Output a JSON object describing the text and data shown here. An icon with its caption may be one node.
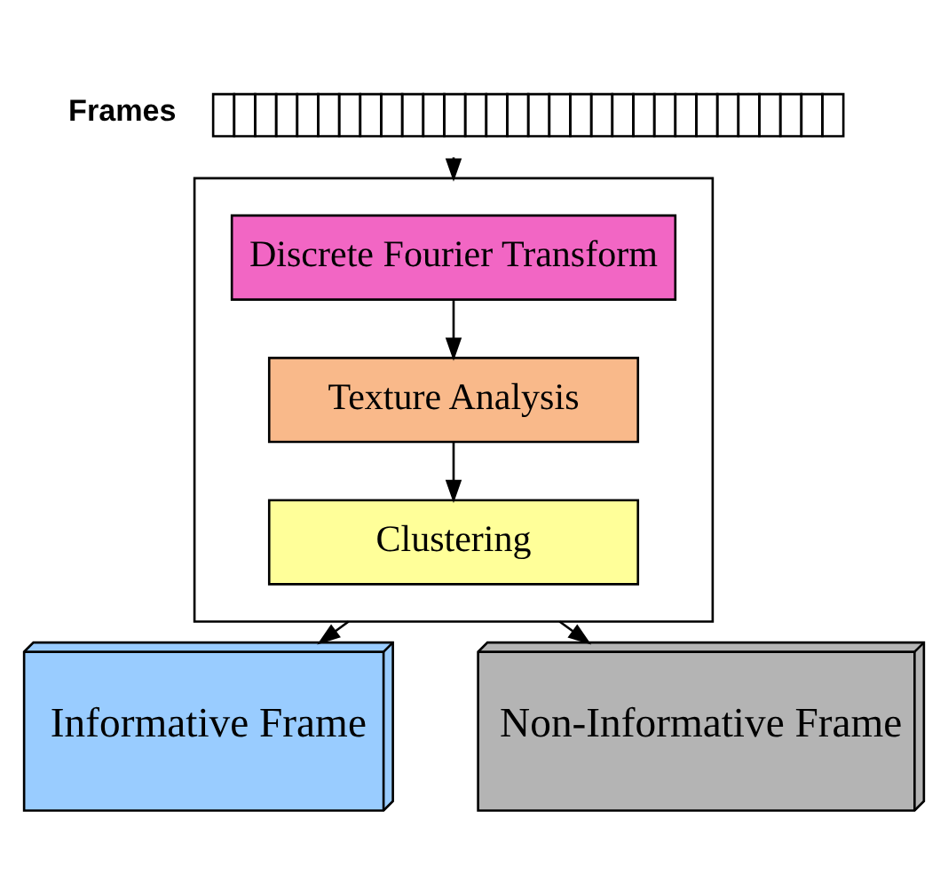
{
  "diagram": {
    "nodes": [
      {
        "text": [],
        "shape": "picture",
        "beside": [
          "Frames"
        ]
      },
      {
        "text": [],
        "shape": "box"
      },
      {
        "text": [
          "Discrete Fourier Transform"
        ],
        "in": 1
      },
      {
        "text": [
          "Texture Analysis"
        ],
        "in": 1
      },
      {
        "text": [
          "Clustering"
        ],
        "in": 1
      },
      {
        "text": [
          "Informative Frame"
        ]
      },
      {
        "text": [
          "Non-Informative Frame"
        ]
      }
    ],
    "edges": [
      {
        "from": 0,
        "to": 1,
        "arrow": "to"
      },
      {
        "from": 2,
        "to": 3,
        "arrow": "to"
      },
      {
        "from": 3,
        "to": 4,
        "arrow": "to"
      },
      {
        "from": 1,
        "to": 5,
        "arrow": "to"
      },
      {
        "from": 1,
        "to": 6,
        "arrow": "to"
      }
    ]
  }
}
